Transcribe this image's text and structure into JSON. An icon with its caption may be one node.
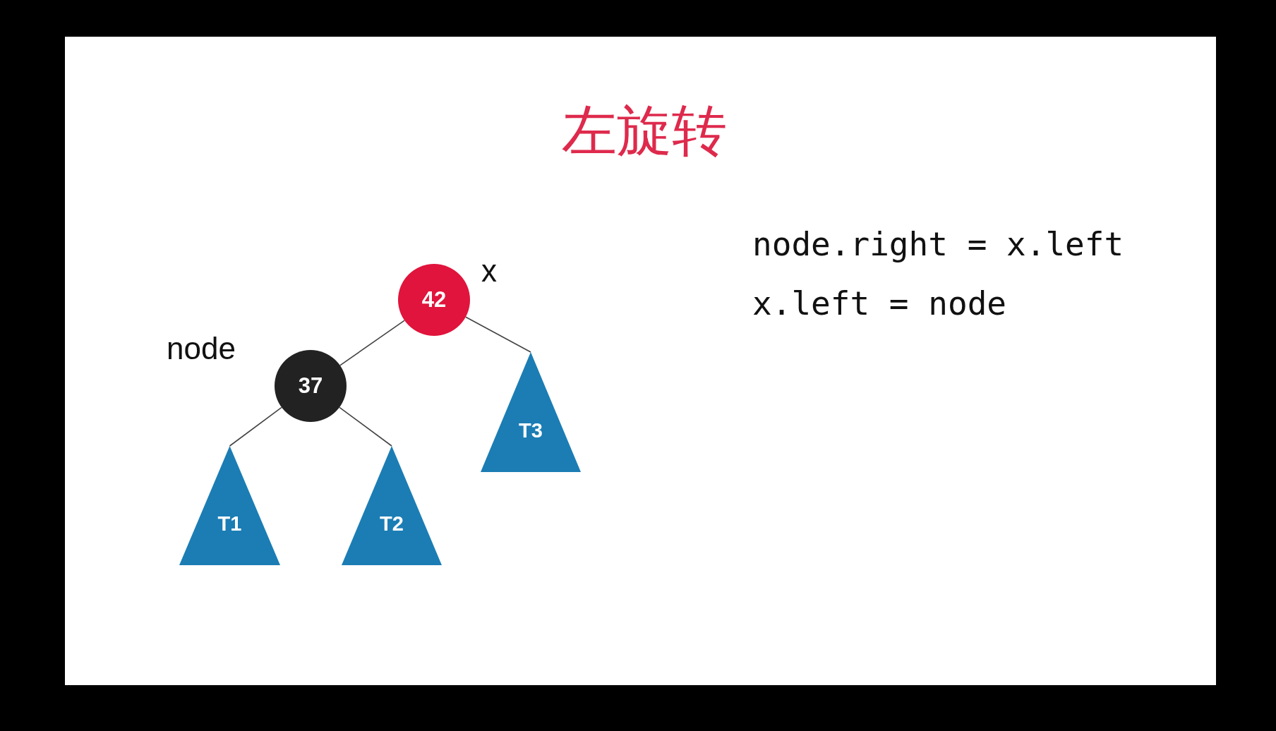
{
  "diagram": {
    "title": "左旋转",
    "nodes": [
      {
        "text": [
          "42"
        ],
        "beside": [
          "x"
        ]
      },
      {
        "text": [
          "37"
        ],
        "beside": [
          "node"
        ]
      },
      {
        "text": [
          "T3"
        ]
      },
      {
        "text": [
          "T1"
        ]
      },
      {
        "text": [
          "T2"
        ]
      }
    ],
    "edges": [
      {
        "from": 0,
        "to": 1,
        "arrow": "none"
      },
      {
        "from": 0,
        "to": 2,
        "arrow": "none"
      },
      {
        "from": 1,
        "to": 3,
        "arrow": "none"
      },
      {
        "from": 1,
        "to": 4,
        "arrow": "none"
      }
    ],
    "labels": [
      "node.right = x.left",
      "x.left = node"
    ]
  }
}
